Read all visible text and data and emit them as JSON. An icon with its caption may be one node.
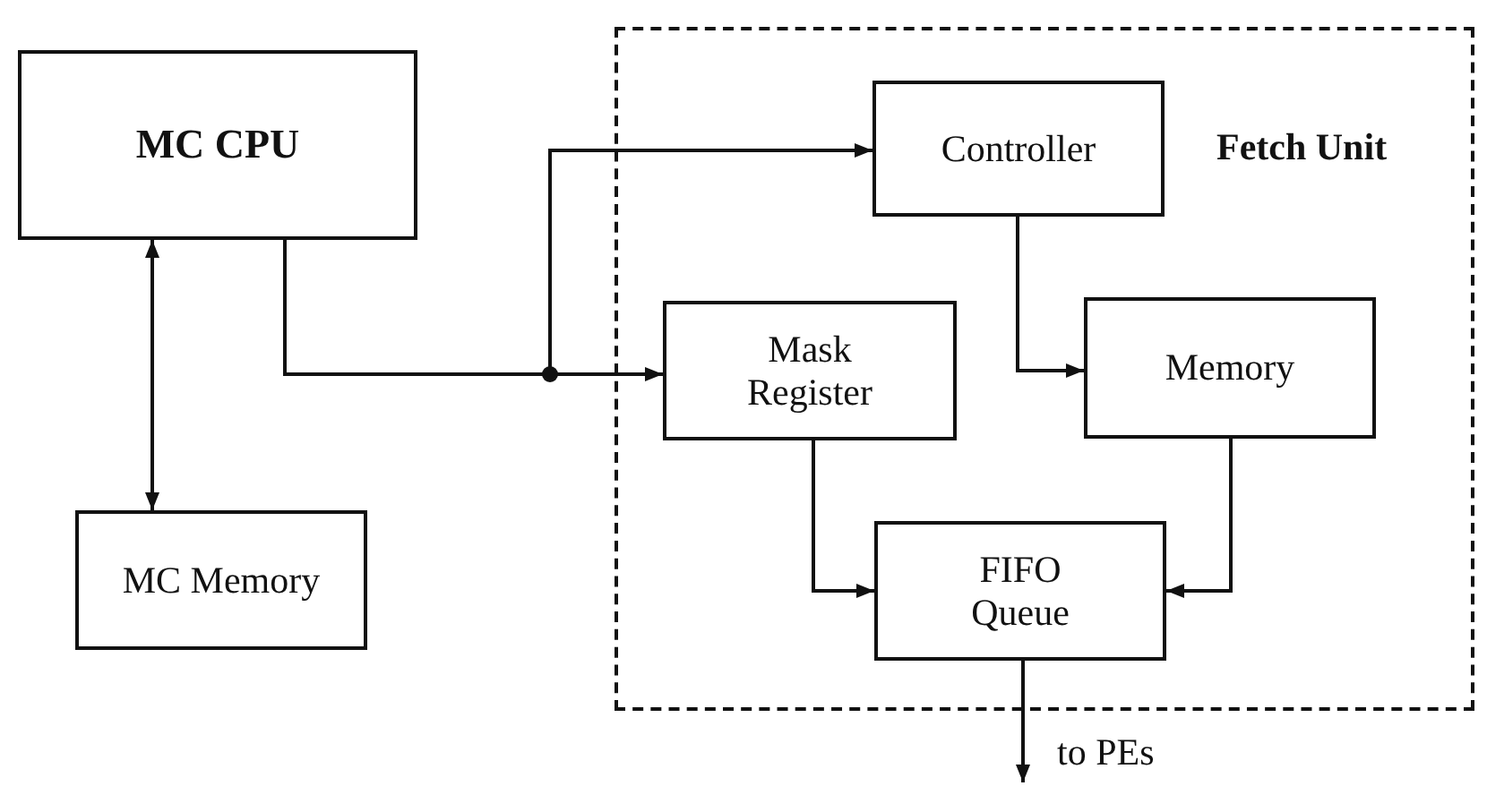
{
  "diagram": {
    "nodes": [
      {
        "text": [
          "MC CPU"
        ]
      },
      {
        "text": [
          "MC Memory"
        ]
      },
      {
        "text": [
          "Fetch Unit"
        ]
      },
      {
        "text": [
          "Controller"
        ],
        "in": 2
      },
      {
        "text": [
          "Mask Register"
        ],
        "in": 2
      },
      {
        "text": [
          "Memory"
        ],
        "in": 2
      },
      {
        "text": [
          "FIFO Queue"
        ],
        "in": 2
      }
    ],
    "edges": [
      {
        "from": 0,
        "to": 1,
        "arrow": "both"
      },
      {
        "from": 0,
        "to": 4,
        "arrow": "to"
      },
      {
        "from": 0,
        "to": 3,
        "arrow": "to"
      },
      {
        "from": 3,
        "to": 5,
        "arrow": "to"
      },
      {
        "from": 4,
        "to": 6,
        "arrow": "to"
      },
      {
        "from": 5,
        "to": 6,
        "arrow": "to"
      },
      {
        "from": 6,
        "to": null,
        "arrow": "to",
        "label": "to PEs"
      }
    ]
  }
}
